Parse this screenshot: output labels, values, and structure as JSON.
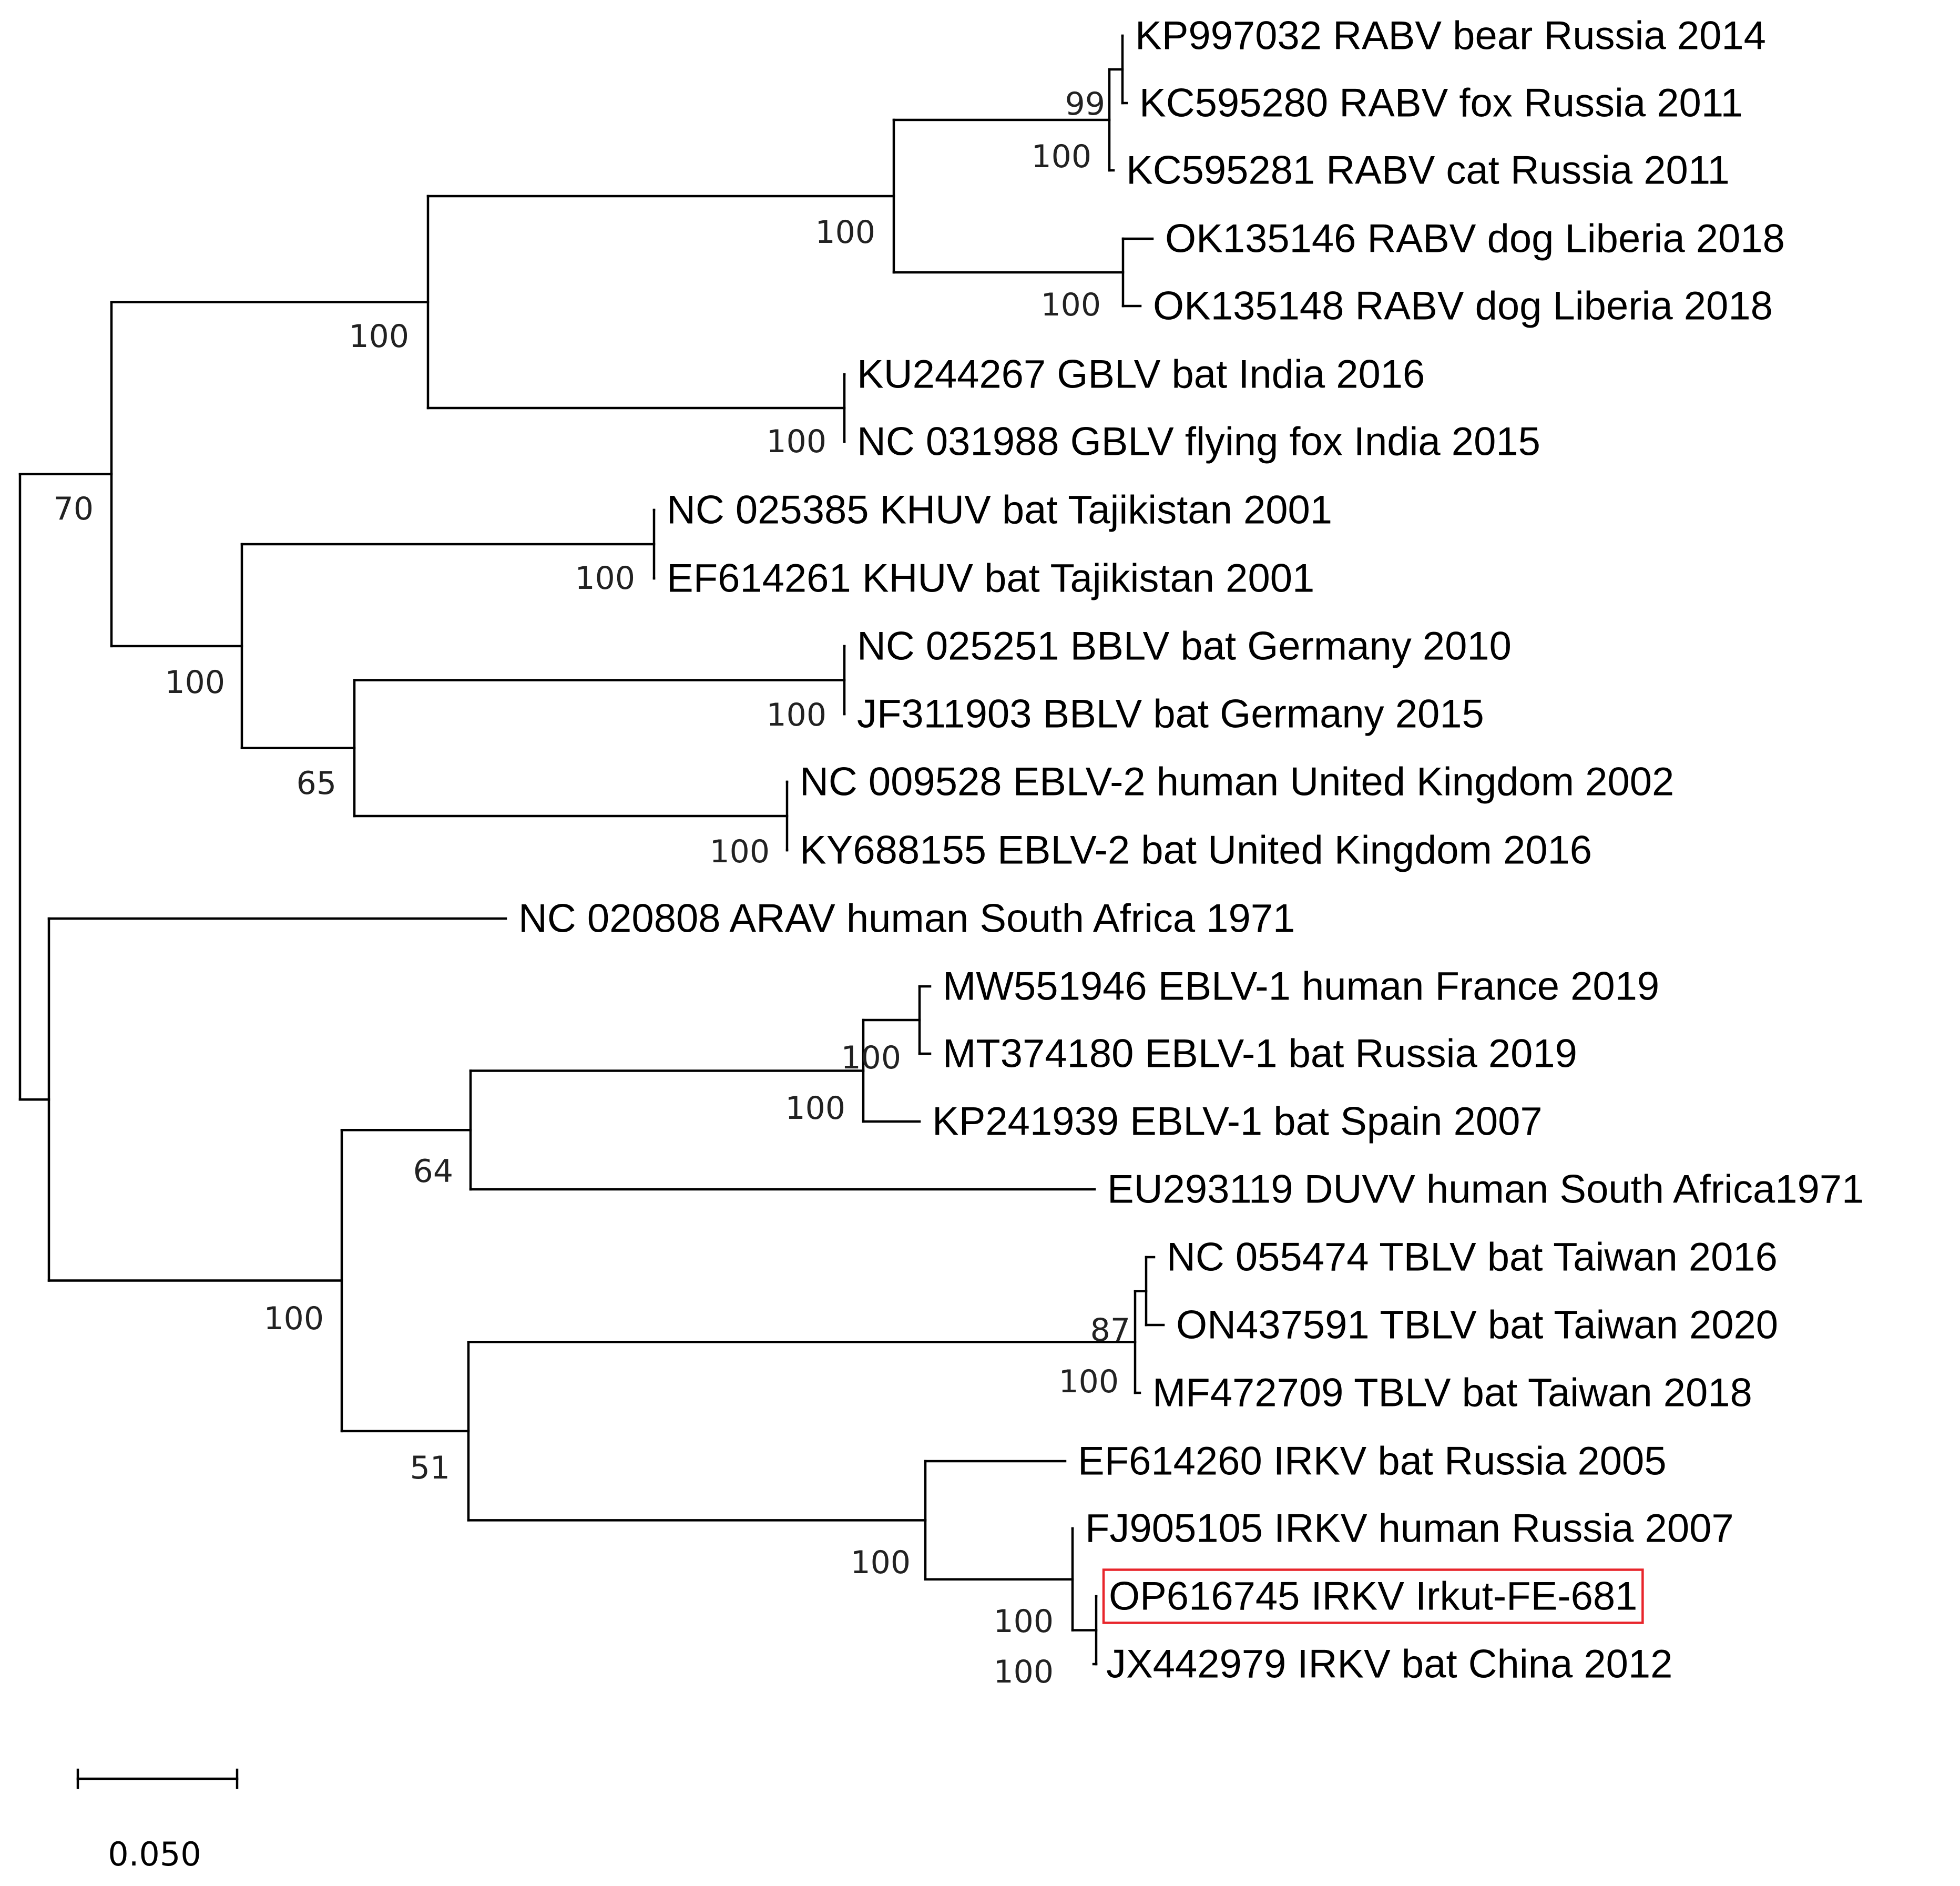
{
  "tree": {
    "leaves": [
      {
        "id": "L1",
        "label": "KP997032 RABV bear Russia 2014"
      },
      {
        "id": "L2",
        "label": "KC595280 RABV fox Russia 2011"
      },
      {
        "id": "L3",
        "label": "KC595281 RABV cat Russia 2011"
      },
      {
        "id": "L4",
        "label": "OK135146 RABV dog Liberia 2018"
      },
      {
        "id": "L5",
        "label": "OK135148 RABV dog Liberia 2018"
      },
      {
        "id": "L6",
        "label": "KU244267 GBLV bat India 2016"
      },
      {
        "id": "L7",
        "label": "NC 031988 GBLV flying fox India 2015"
      },
      {
        "id": "L8",
        "label": "NC 025385 KHUV bat Tajikistan 2001"
      },
      {
        "id": "L9",
        "label": "EF614261 KHUV bat Tajikistan 2001"
      },
      {
        "id": "L10",
        "label": "NC 025251 BBLV bat Germany 2010"
      },
      {
        "id": "L11",
        "label": "JF311903 BBLV bat Germany 2015"
      },
      {
        "id": "L12",
        "label": "NC 009528 EBLV-2 human United Kingdom 2002"
      },
      {
        "id": "L13",
        "label": "KY688155 EBLV-2 bat United Kingdom 2016"
      },
      {
        "id": "L14",
        "label": "NC 020808 ARAV human South Africa 1971"
      },
      {
        "id": "L15",
        "label": "MW551946 EBLV-1 human France 2019"
      },
      {
        "id": "L16",
        "label": "MT374180 EBLV-1 bat Russia 2019"
      },
      {
        "id": "L17",
        "label": "KP241939 EBLV-1 bat Spain 2007"
      },
      {
        "id": "L18",
        "label": "EU293119 DUVV human South Africa1971"
      },
      {
        "id": "L19",
        "label": "NC 055474 TBLV bat Taiwan 2016"
      },
      {
        "id": "L20",
        "label": "ON437591 TBLV bat Taiwan 2020"
      },
      {
        "id": "L21",
        "label": "MF472709 TBLV bat Taiwan 2018"
      },
      {
        "id": "L22",
        "label": "EF614260 IRKV bat Russia 2005"
      },
      {
        "id": "L23",
        "label": "FJ905105 IRKV human Russia 2007"
      },
      {
        "id": "L24",
        "label": "OP616745 IRKV Irkut-FE-681",
        "highlighted": true
      },
      {
        "id": "L25",
        "label": "JX442979 IRKV bat China 2012"
      }
    ],
    "support_values": {
      "L1L2": "99",
      "RUS": "100",
      "LIB": "100",
      "RABV": "100",
      "GBLV": "100",
      "RABVGBLV": "100",
      "KHUV": "100",
      "BBLV": "100",
      "EBLV2": "100",
      "BBLV_EBLV2": "65",
      "KHUV_BB_EB": "100",
      "GROUP_A": "70",
      "EBLV1_INNER": "100",
      "EBLV1": "100",
      "EBLV1_DUVV": "64",
      "TBLV_INNER": "87",
      "TBLV": "100",
      "IRKV_INNER": "100",
      "IRKV_MID": "100",
      "IRKV": "100",
      "TBLV_IRKV": "51",
      "PHYLO2": "100"
    },
    "highlight_color": "#e8262c",
    "scale_bar": {
      "value": 0.05,
      "label": "0.050"
    }
  }
}
